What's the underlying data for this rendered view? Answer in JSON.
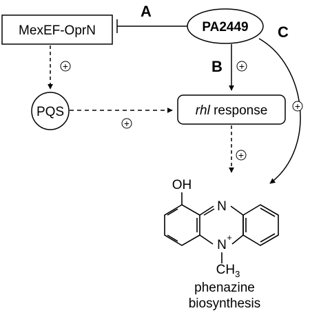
{
  "nodes": {
    "mexef": "MexEF-OprN",
    "pa2449": "PA2449",
    "pqs": "PQS",
    "rhl_italic": "rhl",
    "rhl_rest": " response",
    "phenazine_line1": "phenazine",
    "phenazine_line2": "biosynthesis"
  },
  "edge_labels": {
    "a": "A",
    "b": "B",
    "c": "C",
    "plus": "+"
  },
  "molecule": {
    "oh": "OH",
    "n_top": "N",
    "n_bottom": "N",
    "n_charge": "+",
    "methyl_c": "CH",
    "methyl_sub": "3"
  }
}
